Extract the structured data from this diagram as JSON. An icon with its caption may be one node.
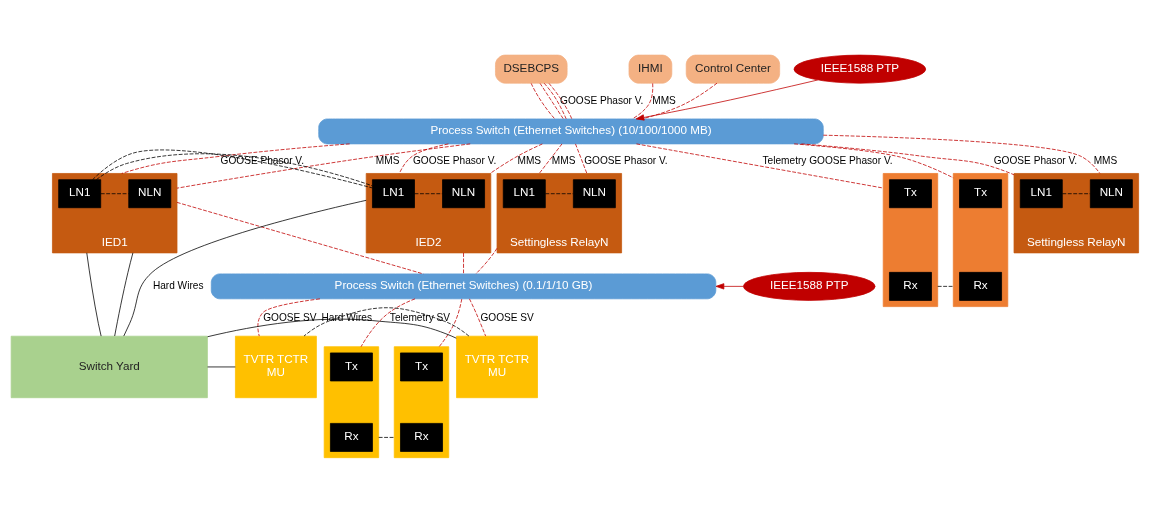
{
  "diagram": {
    "nodes": [
      {
        "text": [
          "DSEBCPS"
        ]
      },
      {
        "text": [
          "IHMI"
        ]
      },
      {
        "text": [
          "Control Center"
        ]
      },
      {
        "text": [
          "IEEE1588 PTP"
        ]
      },
      {
        "text": [
          "Process Switch (Ethernet Switches) (10/100/1000 MB)"
        ]
      },
      {
        "text": [
          "IED1"
        ]
      },
      {
        "text": [
          "LN1"
        ],
        "in": 5
      },
      {
        "text": [
          "NLN"
        ],
        "in": 5
      },
      {
        "text": [
          "IED2"
        ]
      },
      {
        "text": [
          "LN1"
        ],
        "in": 8
      },
      {
        "text": [
          "NLN"
        ],
        "in": 8
      },
      {
        "text": [],
        "shape": "box"
      },
      {
        "text": [
          "Tx"
        ],
        "in": 11
      },
      {
        "text": [
          "Rx"
        ],
        "in": 11
      },
      {
        "text": [],
        "shape": "box"
      },
      {
        "text": [
          "Tx"
        ],
        "in": 14
      },
      {
        "text": [
          "Rx"
        ],
        "in": 14
      },
      {
        "text": [
          "Settingless RelayN"
        ]
      },
      {
        "text": [
          "LN1"
        ],
        "in": 17
      },
      {
        "text": [
          "NLN"
        ],
        "in": 17
      },
      {
        "text": [
          "Settingless RelayN"
        ]
      },
      {
        "text": [
          "LN1"
        ],
        "in": 20
      },
      {
        "text": [
          "NLN"
        ],
        "in": 20
      },
      {
        "text": [
          "IEEE1588 PTP"
        ]
      },
      {
        "text": [
          "Process Switch (Ethernet Switches) (0.1/1/10 GB)"
        ]
      },
      {
        "text": [
          "Switch Yard"
        ]
      },
      {
        "text": [
          "TVTR TCTR",
          "MU"
        ]
      },
      {
        "text": [
          "TVTR TCTR",
          "MU"
        ]
      },
      {
        "text": [],
        "shape": "box"
      },
      {
        "text": [
          "Tx"
        ],
        "in": 28
      },
      {
        "text": [
          "Rx"
        ],
        "in": 28
      },
      {
        "text": [],
        "shape": "box"
      },
      {
        "text": [
          "Tx"
        ],
        "in": 31
      },
      {
        "text": [
          "Rx"
        ],
        "in": 31
      }
    ],
    "edges": [
      {
        "from": 0,
        "to": 4,
        "arrow": "none",
        "style": "dashed"
      },
      {
        "from": 0,
        "to": 4,
        "arrow": "none",
        "style": "dashed"
      },
      {
        "from": 0,
        "to": 4,
        "arrow": "none",
        "style": "dashed"
      },
      {
        "from": 0,
        "to": 4,
        "arrow": "none",
        "style": "dashed",
        "label": "GOOSE Phasor V."
      },
      {
        "from": 1,
        "to": 4,
        "arrow": "none",
        "style": "dashed",
        "label": "MMS"
      },
      {
        "from": 2,
        "to": 4,
        "arrow": "none",
        "style": "dashed"
      },
      {
        "from": 3,
        "to": 4,
        "arrow": "to"
      },
      {
        "from": 4,
        "to": 5,
        "arrow": "none",
        "style": "dashed",
        "label": "GOOSE Phasor V."
      },
      {
        "from": 4,
        "to": 5,
        "arrow": "none",
        "style": "dashed",
        "label": "MMS"
      },
      {
        "from": 4,
        "to": 8,
        "arrow": "none",
        "style": "dashed",
        "label": "GOOSE Phasor V."
      },
      {
        "from": 4,
        "to": 8,
        "arrow": "none",
        "style": "dashed",
        "label": "MMS"
      },
      {
        "from": 4,
        "to": 11,
        "arrow": "none",
        "style": "dashed",
        "label": "Telemetry GOOSE Phasor V."
      },
      {
        "from": 4,
        "to": 14,
        "arrow": "none",
        "style": "dashed"
      },
      {
        "from": 4,
        "to": 17,
        "arrow": "none",
        "style": "dashed",
        "label": "GOOSE Phasor V."
      },
      {
        "from": 4,
        "to": 17,
        "arrow": "none",
        "style": "dashed",
        "label": "MMS"
      },
      {
        "from": 4,
        "to": 20,
        "arrow": "none",
        "style": "dashed",
        "label": "MMS"
      },
      {
        "from": 4,
        "to": 20,
        "arrow": "none",
        "style": "dashed",
        "label": "GOOSE Phasor V."
      },
      {
        "from": 6,
        "to": 7,
        "arrow": "none",
        "style": "dashed",
        "color": "#000000"
      },
      {
        "from": 9,
        "to": 10,
        "arrow": "none",
        "style": "dashed",
        "color": "#000000"
      },
      {
        "from": 18,
        "to": 19,
        "arrow": "none",
        "style": "dashed",
        "color": "#000000"
      },
      {
        "from": 21,
        "to": 22,
        "arrow": "none",
        "style": "dashed",
        "color": "#000000"
      },
      {
        "from": 5,
        "to": 8,
        "arrow": "none",
        "style": "dashed",
        "color": "#000000"
      },
      {
        "from": 11,
        "to": 14,
        "arrow": "none",
        "style": "dashed",
        "color": "#000000"
      },
      {
        "from": 5,
        "to": 24,
        "arrow": "none",
        "style": "dashed"
      },
      {
        "from": 8,
        "to": 24,
        "arrow": "none",
        "style": "dashed"
      },
      {
        "from": 20,
        "to": 24,
        "arrow": "none",
        "style": "dashed"
      },
      {
        "from": 23,
        "to": 24,
        "arrow": "to"
      },
      {
        "from": 5,
        "to": 25,
        "arrow": "none",
        "color": "#000000"
      },
      {
        "from": 5,
        "to": 25,
        "arrow": "none",
        "color": "#000000"
      },
      {
        "from": 8,
        "to": 25,
        "arrow": "none",
        "color": "#000000",
        "label": "Hard Wires"
      },
      {
        "from": 24,
        "to": 26,
        "arrow": "none",
        "style": "dashed",
        "label": "GOOSE SV"
      },
      {
        "from": 24,
        "to": 27,
        "arrow": "none",
        "style": "dashed",
        "label": "GOOSE SV"
      },
      {
        "from": 24,
        "to": 28,
        "arrow": "none",
        "style": "dashed",
        "label": "Telemetry SV"
      },
      {
        "from": 24,
        "to": 31,
        "arrow": "none",
        "style": "dashed"
      },
      {
        "from": 25,
        "to": 26,
        "arrow": "none",
        "color": "#000000",
        "label": "Hard Wires"
      },
      {
        "from": 25,
        "to": 27,
        "arrow": "none",
        "color": "#000000"
      },
      {
        "from": 26,
        "to": 27,
        "arrow": "none",
        "style": "dashed",
        "color": "#000000"
      },
      {
        "from": 28,
        "to": 31,
        "arrow": "none",
        "style": "dashed",
        "color": "#000000"
      }
    ]
  }
}
